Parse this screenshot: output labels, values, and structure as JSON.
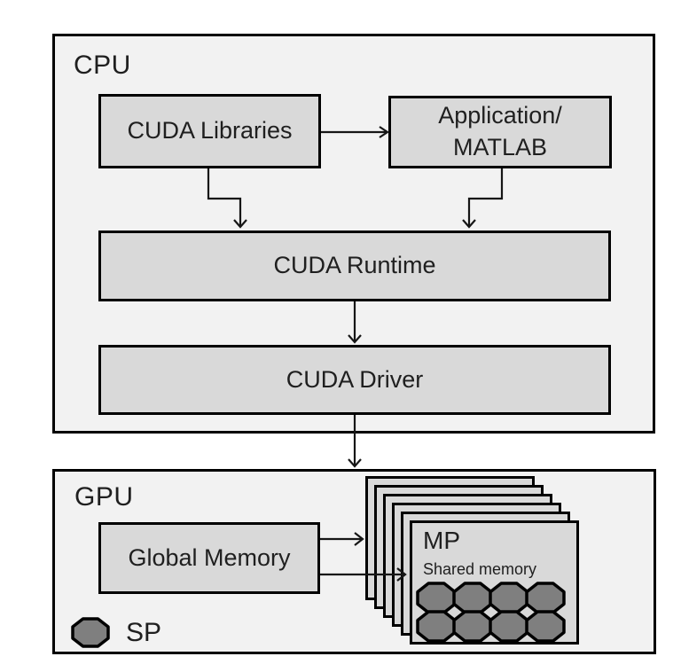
{
  "cpu": {
    "label": "CPU",
    "libraries_label": "CUDA Libraries",
    "application_line1": "Application/",
    "application_line2": "MATLAB",
    "runtime_label": "CUDA Runtime",
    "driver_label": "CUDA Driver"
  },
  "gpu": {
    "label": "GPU",
    "global_memory_label": "Global Memory",
    "mp_stack": {
      "count": 6,
      "front_title": "MP",
      "front_subtitle": "Shared memory",
      "sp_rows": 2,
      "sp_cols": 4
    },
    "legend": {
      "label": "SP"
    }
  },
  "icons": {
    "sp_core": "octagon-icon"
  },
  "colors": {
    "outer_fill": "#f2f2f2",
    "box_fill": "#d9d9d9",
    "border": "#000000",
    "sp_fill": "#7f7f7f",
    "text": "#1f1f1f"
  }
}
